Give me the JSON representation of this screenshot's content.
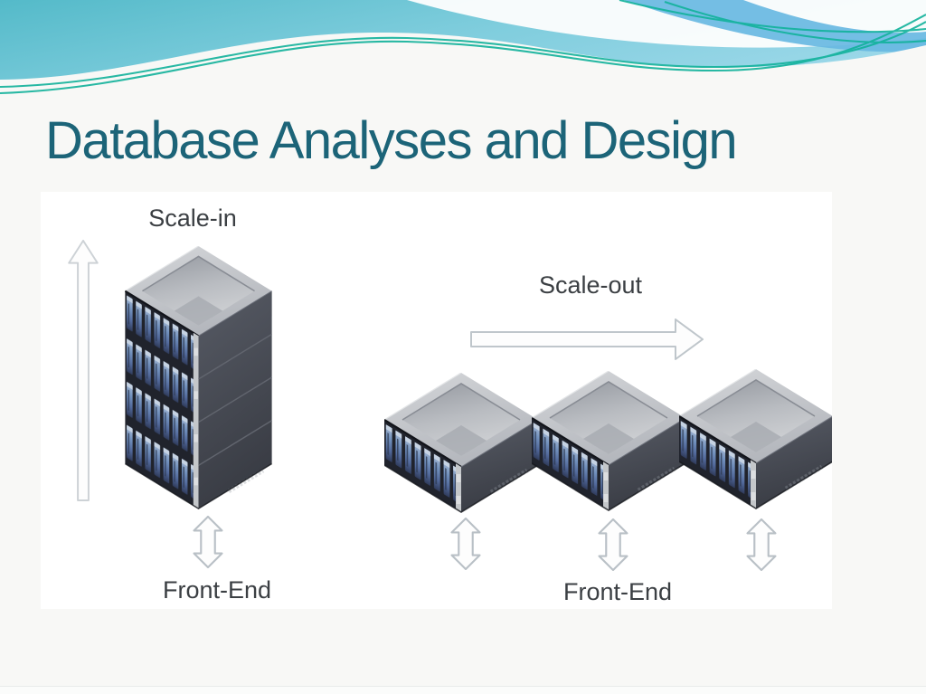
{
  "slide": {
    "title": "Database Analyses and Design"
  },
  "diagram": {
    "scale_in": {
      "label": "Scale-in"
    },
    "scale_out": {
      "label": "Scale-out"
    },
    "front_end_left": {
      "label": "Front-End"
    },
    "front_end_right": {
      "label": "Front-End"
    },
    "tower_unit_count": 4,
    "scale_out_server_count": 3
  },
  "theme": {
    "title_color": "#1c6478",
    "header_teal": "#5fc0d2",
    "header_ribbon_blue": "#68b8e2",
    "accent_green": "#12b29b",
    "slide_background": "#f8f8f6",
    "diagram_background": "#ffffff",
    "label_color": "#3b3f43",
    "arrow_outline": "#c3c9ce",
    "server_drive_blue": "#7291bd"
  }
}
